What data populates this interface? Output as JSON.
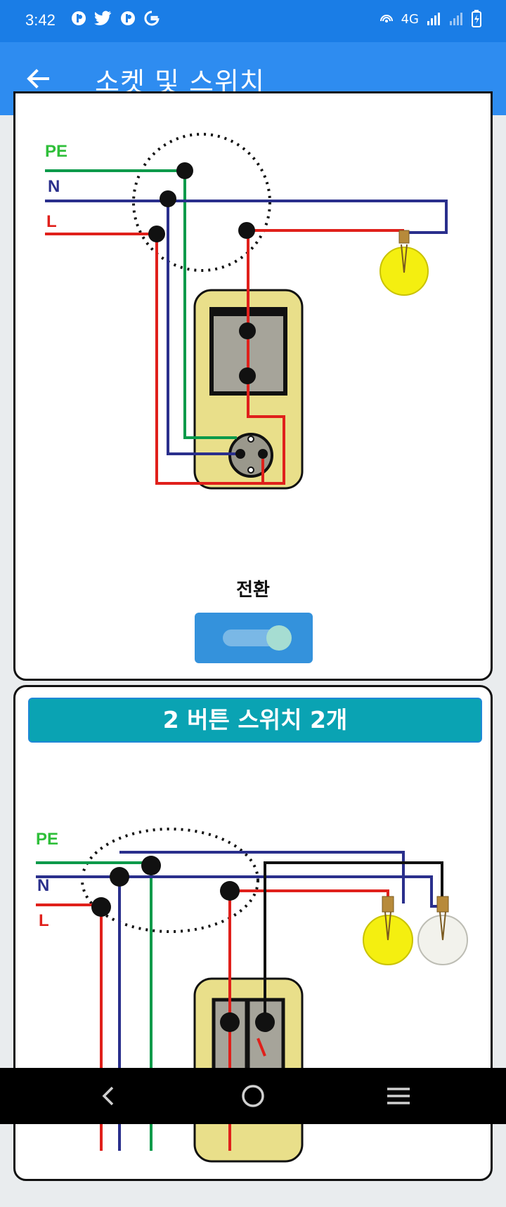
{
  "status_bar": {
    "time": "3:42",
    "network": "4G"
  },
  "app_bar": {
    "title": "소켓 및 스위치"
  },
  "card1": {
    "labels": {
      "pe": "PE",
      "n": "N",
      "l": "L"
    },
    "caption": "전환"
  },
  "card2": {
    "title": "2 버튼 스위치 2개",
    "labels": {
      "pe": "PE",
      "n": "N",
      "l": "L"
    }
  },
  "colors": {
    "status_bar": "#1a7de6",
    "app_bar": "#2e8cf0",
    "section_title_bg": "#0aa3b3",
    "toggle_bg": "#3492dc",
    "wire_pe": "#0a9a4a",
    "wire_n": "#2a2f8c",
    "wire_l": "#e0201b"
  },
  "icons": {
    "back": "arrow-left-icon",
    "nav_back": "chevron-left-icon",
    "nav_home": "circle-home-icon",
    "nav_menu": "hamburger-menu-icon"
  }
}
